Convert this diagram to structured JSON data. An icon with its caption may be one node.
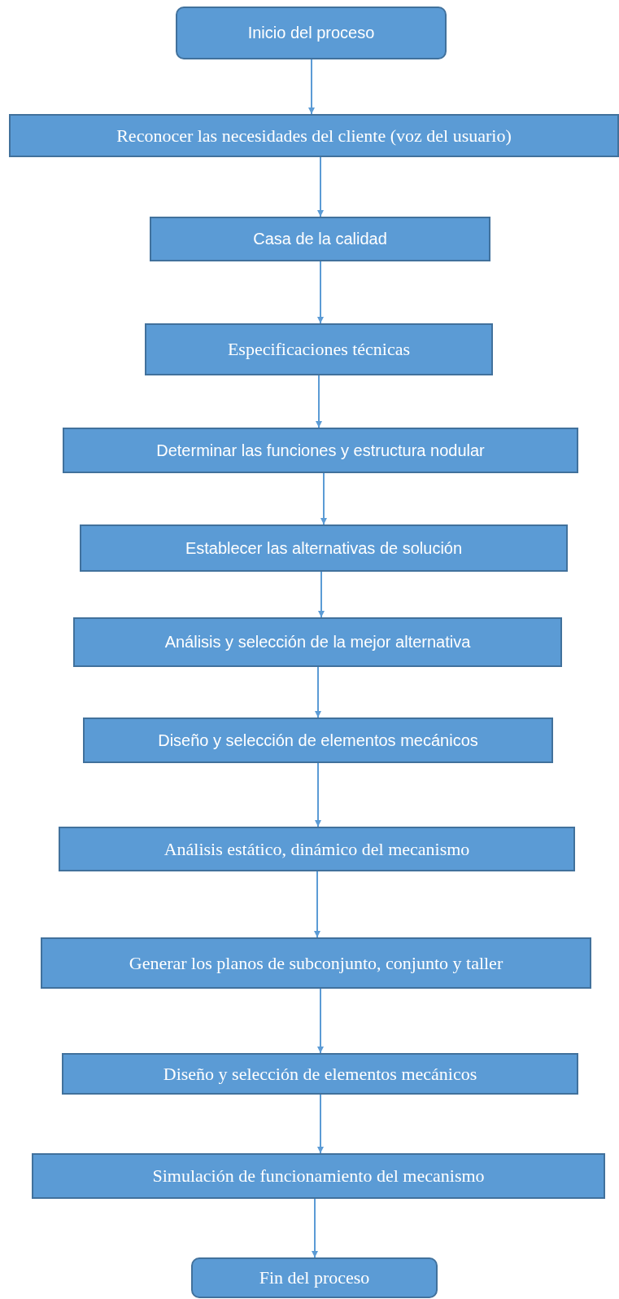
{
  "diagram": {
    "nodes": [
      {
        "text": [
          "Inicio del proceso"
        ]
      },
      {
        "text": [
          "Reconocer las necesidades del cliente (voz del usuario)"
        ]
      },
      {
        "text": [
          "Casa de la calidad"
        ]
      },
      {
        "text": [
          "Especificaciones técnicas"
        ]
      },
      {
        "text": [
          "Determinar las funciones y estructura nodular"
        ]
      },
      {
        "text": [
          "Establecer las alternativas de solución"
        ]
      },
      {
        "text": [
          "Análisis y selección de la mejor alternativa"
        ]
      },
      {
        "text": [
          "Diseño y selección de elementos mecánicos"
        ]
      },
      {
        "text": [
          "Análisis estático, dinámico del mecanismo"
        ]
      },
      {
        "text": [
          "Generar los planos de subconjunto, conjunto y taller"
        ]
      },
      {
        "text": [
          "Diseño y selección de elementos mecánicos"
        ]
      },
      {
        "text": [
          "Simulación de funcionamiento del mecanismo"
        ]
      },
      {
        "text": [
          "Fin del proceso"
        ]
      }
    ],
    "edges": [
      {
        "from": 0,
        "to": 1,
        "arrow": "to"
      },
      {
        "from": 1,
        "to": 2,
        "arrow": "to"
      },
      {
        "from": 2,
        "to": 3,
        "arrow": "to"
      },
      {
        "from": 3,
        "to": 4,
        "arrow": "to"
      },
      {
        "from": 4,
        "to": 5,
        "arrow": "to"
      },
      {
        "from": 5,
        "to": 6,
        "arrow": "to"
      },
      {
        "from": 6,
        "to": 7,
        "arrow": "to"
      },
      {
        "from": 7,
        "to": 8,
        "arrow": "to"
      },
      {
        "from": 8,
        "to": 9,
        "arrow": "to"
      },
      {
        "from": 9,
        "to": 10,
        "arrow": "to"
      },
      {
        "from": 10,
        "to": 11,
        "arrow": "to"
      },
      {
        "from": 11,
        "to": 12,
        "arrow": "to"
      }
    ]
  }
}
